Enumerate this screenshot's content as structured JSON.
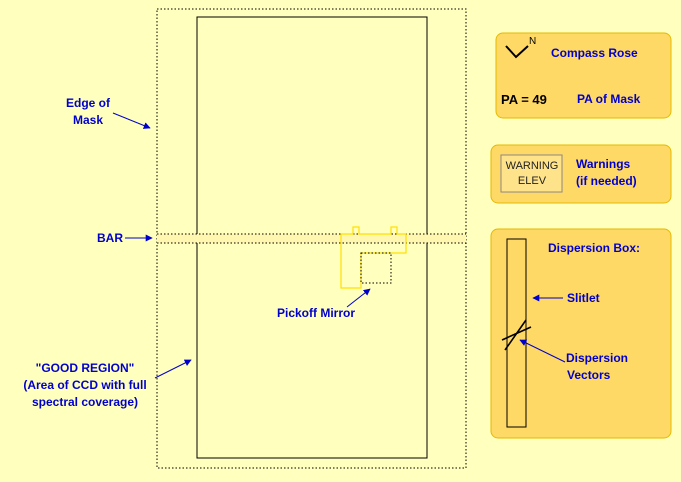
{
  "labels": {
    "edge_of_mask": [
      "Edge of",
      "Mask"
    ],
    "bar": "BAR",
    "pickoff_mirror": "Pickoff Mirror",
    "good_region_title": "\"GOOD REGION\"",
    "good_region_desc": [
      "(Area of CCD with full",
      "spectral coverage)"
    ]
  },
  "compass_panel": {
    "north_letter": "N",
    "title": "Compass Rose",
    "pa_text": "PA = 49",
    "pa_label": "PA of Mask"
  },
  "warnings_panel": {
    "box_lines": [
      "WARNING",
      "ELEV"
    ],
    "label_lines": [
      "Warnings",
      "(if needed)"
    ]
  },
  "dispersion_panel": {
    "title": "Dispersion Box:",
    "slitlet_label": "Slitlet",
    "vectors_label": [
      "Dispersion",
      "Vectors"
    ]
  },
  "colors": {
    "background": "#ffffbe",
    "panel_fill": "#ffd966",
    "label_blue": "#0000cc",
    "mirror_yellow": "#ffe000"
  }
}
